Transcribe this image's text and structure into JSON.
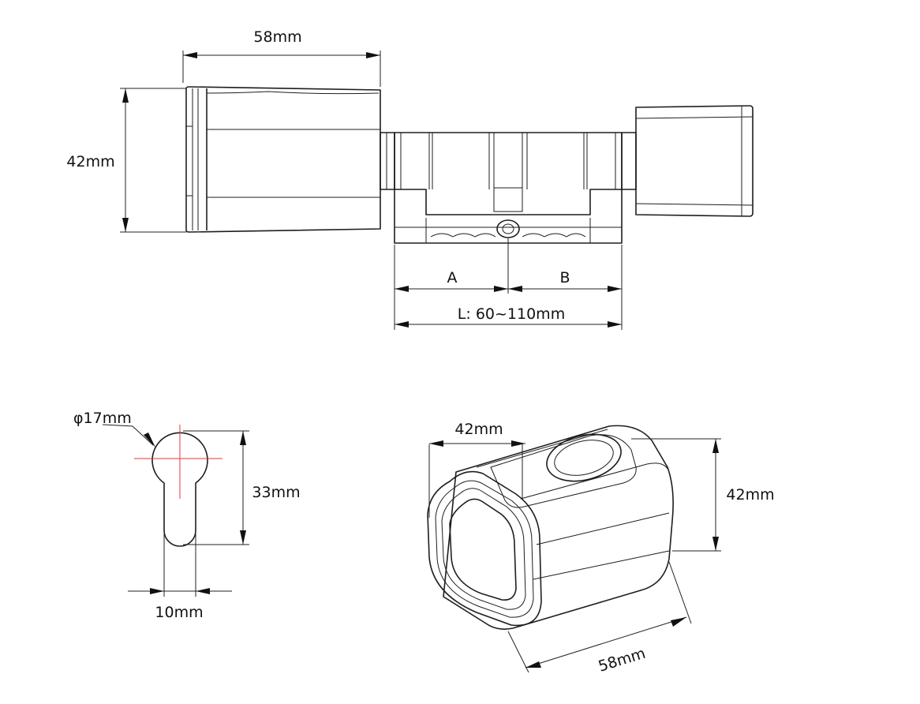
{
  "diagram": {
    "side_view": {
      "width_label": "58mm",
      "height_label": "42mm",
      "segment_a": "A",
      "segment_b": "B",
      "length_label": "L: 60~110mm"
    },
    "profile_view": {
      "diameter_label": "φ17mm",
      "height_label": "33mm",
      "width_label": "10mm"
    },
    "perspective_view": {
      "width_label": "42mm",
      "height_label": "42mm",
      "length_label": "58mm"
    },
    "colors": {
      "line": "#1e1e1e",
      "centerline": "#e8343b"
    }
  }
}
